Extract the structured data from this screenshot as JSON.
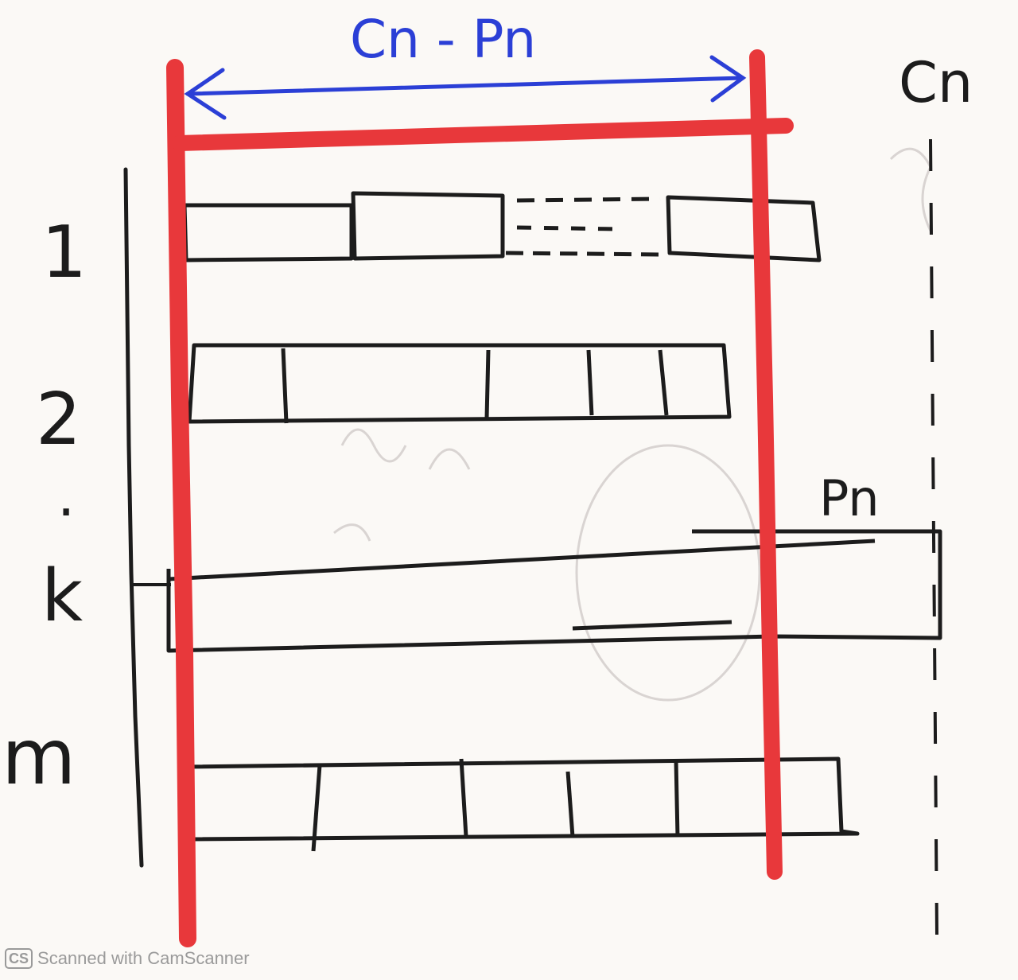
{
  "labels": {
    "top_span": "Cn - Pn",
    "right_bound": "Cn",
    "overflow_label": "Pn"
  },
  "rows": [
    "1",
    "2",
    ".",
    "k",
    "m"
  ],
  "watermark": {
    "badge": "CS",
    "text": "Scanned with CamScanner"
  },
  "colors": {
    "red_bound": "#e8383b",
    "blue_arrow": "#2b3fd6",
    "ink": "#1c1c1c",
    "watermark": "#9a9a9a"
  }
}
